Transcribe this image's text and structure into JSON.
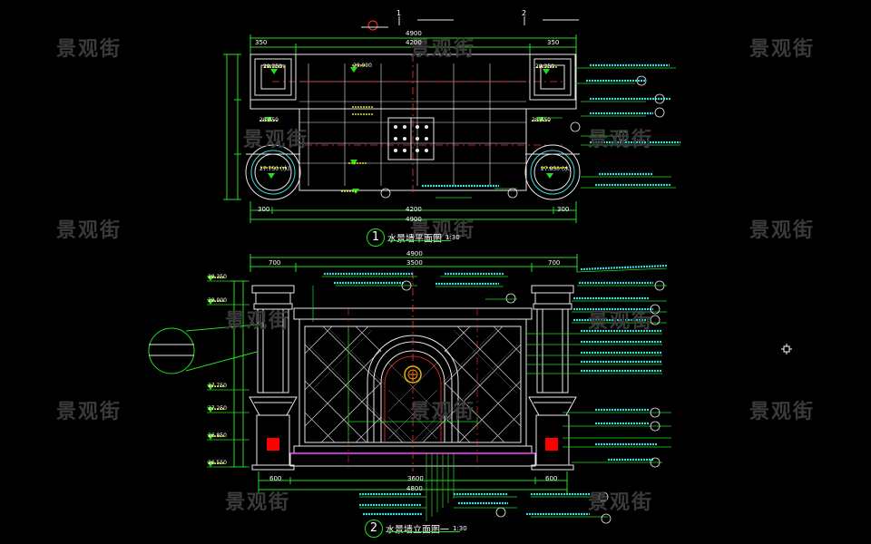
{
  "watermark": "景观街",
  "plan": {
    "number": "1",
    "title": "水景墙平面图",
    "scale": "1:30",
    "dims_top": [
      "350",
      "4200",
      "350"
    ],
    "dim_overall_top": "4900",
    "dims_bottom": [
      "300",
      "4200",
      "300"
    ],
    "dim_overall_bottom": "4900",
    "section_marks": [
      "1",
      "2"
    ],
    "elevations": [
      "29.350",
      "29.000",
      "28.950",
      "28.450",
      "29.350",
      "27.750 (水)",
      "27.850 (水)"
    ]
  },
  "elevation": {
    "number": "2",
    "title": "水景墙立面图一",
    "scale": "1:30",
    "dims_top": [
      "700",
      "3500",
      "700"
    ],
    "dim_overall_top": "4900",
    "dims_bottom": [
      "600",
      "3600",
      "600"
    ],
    "dim_overall_bottom": "4800",
    "levels": [
      "29.350",
      "29.000",
      "27.750",
      "27.250",
      "26.850",
      "26.550"
    ]
  },
  "colors": {
    "background": "#000000",
    "line_green": "#22dd22",
    "line_white": "#e8e8e8",
    "line_red": "#ff3030",
    "line_yellow": "#e6e600",
    "line_cyan": "#33dddd",
    "line_magenta": "#ff44ff",
    "watermark": "#3a3a3a"
  }
}
